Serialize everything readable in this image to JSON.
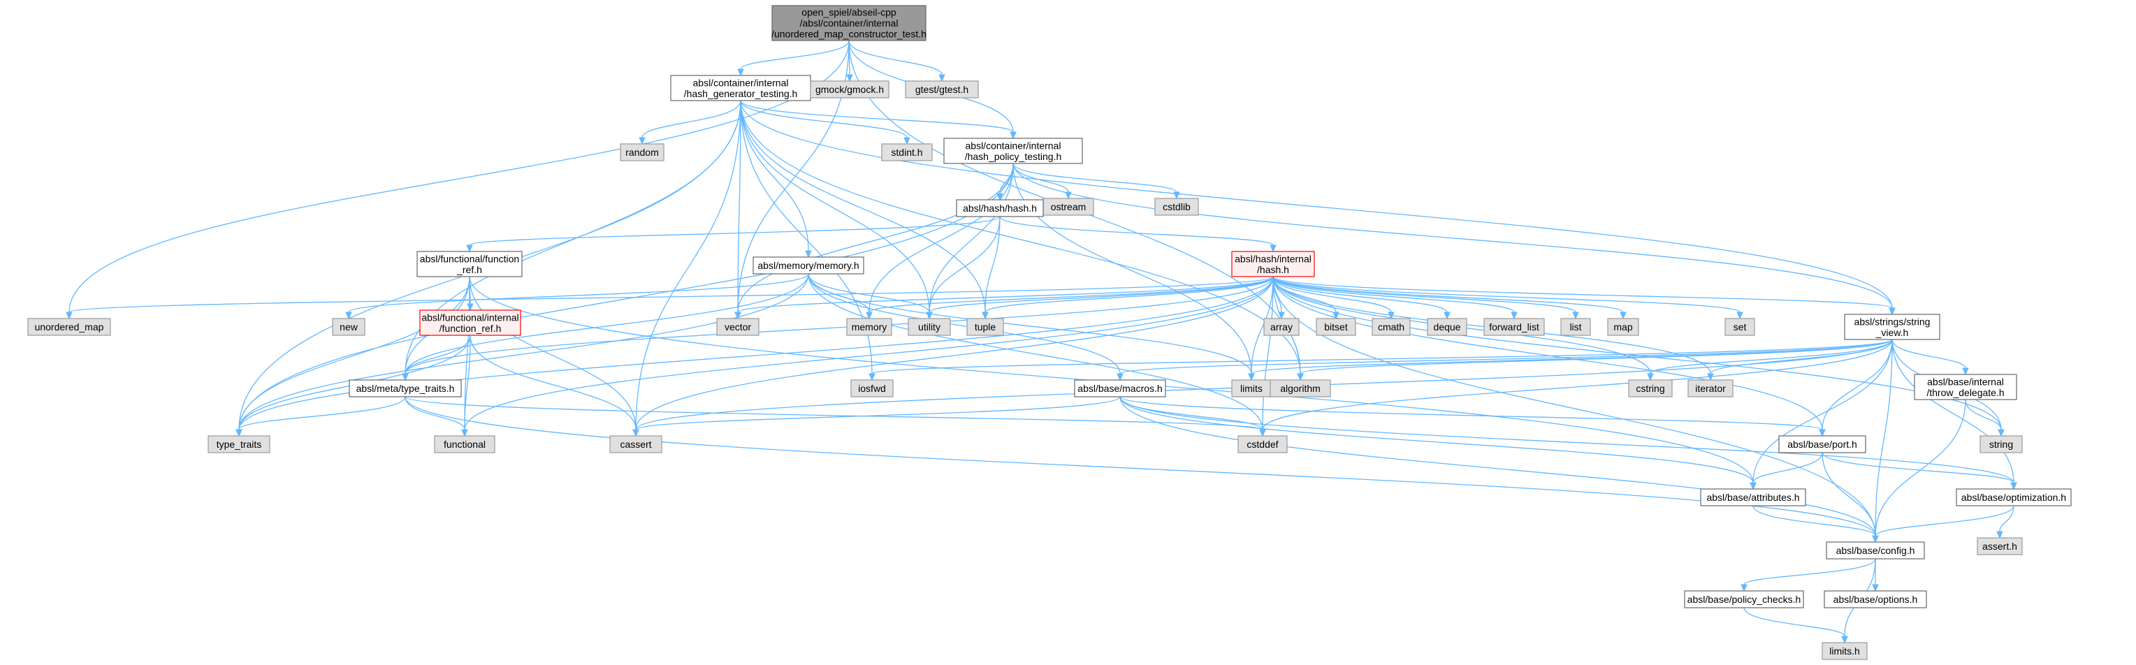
{
  "colors": {
    "root_fill": "#999999",
    "root_stroke": "#666666",
    "file_fill": "#ffffff",
    "file_stroke": "#666666",
    "system_fill": "#e0e0e0",
    "system_stroke": "#999999",
    "truncated_fill": "#fff0f0",
    "truncated_stroke": "#ff0000",
    "edge": "#63b8ff"
  },
  "nodes": [
    {
      "id": "root",
      "kind": "root",
      "lines": [
        "open_spiel/abseil-cpp",
        "/absl/container/internal",
        "/unordered_map_constructor_test.h"
      ]
    },
    {
      "id": "gen",
      "kind": "file",
      "lines": [
        "absl/container/internal",
        "/hash_generator_testing.h"
      ]
    },
    {
      "id": "gmock",
      "kind": "system",
      "lines": [
        "gmock/gmock.h"
      ]
    },
    {
      "id": "gtest",
      "kind": "system",
      "lines": [
        "gtest/gtest.h"
      ]
    },
    {
      "id": "policy",
      "kind": "file",
      "lines": [
        "absl/container/internal",
        "/hash_policy_testing.h"
      ]
    },
    {
      "id": "random",
      "kind": "system",
      "lines": [
        "random"
      ]
    },
    {
      "id": "stdint",
      "kind": "system",
      "lines": [
        "stdint.h"
      ]
    },
    {
      "id": "ostream",
      "kind": "system",
      "lines": [
        "ostream"
      ]
    },
    {
      "id": "cstdlib",
      "kind": "system",
      "lines": [
        "cstdlib"
      ]
    },
    {
      "id": "hash_h",
      "kind": "file",
      "lines": [
        "absl/hash/hash.h"
      ]
    },
    {
      "id": "fnref",
      "kind": "file",
      "lines": [
        "absl/functional/function",
        "_ref.h"
      ]
    },
    {
      "id": "memory_h",
      "kind": "file",
      "lines": [
        "absl/memory/memory.h"
      ]
    },
    {
      "id": "internal_hash",
      "kind": "truncated",
      "lines": [
        "absl/hash/internal",
        "/hash.h"
      ]
    },
    {
      "id": "fnref_int",
      "kind": "truncated",
      "lines": [
        "absl/functional/internal",
        "/function_ref.h"
      ]
    },
    {
      "id": "unordered_map",
      "kind": "system",
      "lines": [
        "unordered_map"
      ]
    },
    {
      "id": "new",
      "kind": "system",
      "lines": [
        "new"
      ]
    },
    {
      "id": "vector",
      "kind": "system",
      "lines": [
        "vector"
      ]
    },
    {
      "id": "memory",
      "kind": "system",
      "lines": [
        "memory"
      ]
    },
    {
      "id": "utility",
      "kind": "system",
      "lines": [
        "utility"
      ]
    },
    {
      "id": "tuple",
      "kind": "system",
      "lines": [
        "tuple"
      ]
    },
    {
      "id": "array",
      "kind": "system",
      "lines": [
        "array"
      ]
    },
    {
      "id": "bitset",
      "kind": "system",
      "lines": [
        "bitset"
      ]
    },
    {
      "id": "cmath",
      "kind": "system",
      "lines": [
        "cmath"
      ]
    },
    {
      "id": "deque",
      "kind": "system",
      "lines": [
        "deque"
      ]
    },
    {
      "id": "forward_list",
      "kind": "system",
      "lines": [
        "forward_list"
      ]
    },
    {
      "id": "list",
      "kind": "system",
      "lines": [
        "list"
      ]
    },
    {
      "id": "map",
      "kind": "system",
      "lines": [
        "map"
      ]
    },
    {
      "id": "set",
      "kind": "system",
      "lines": [
        "set"
      ]
    },
    {
      "id": "string_view",
      "kind": "file",
      "lines": [
        "absl/strings/string",
        "_view.h"
      ]
    },
    {
      "id": "type_traits_h",
      "kind": "file",
      "lines": [
        "absl/meta/type_traits.h"
      ]
    },
    {
      "id": "iosfwd",
      "kind": "system",
      "lines": [
        "iosfwd"
      ]
    },
    {
      "id": "macros",
      "kind": "file",
      "lines": [
        "absl/base/macros.h"
      ]
    },
    {
      "id": "limits",
      "kind": "system",
      "lines": [
        "limits"
      ]
    },
    {
      "id": "algorithm",
      "kind": "system",
      "lines": [
        "algorithm"
      ]
    },
    {
      "id": "cstring",
      "kind": "system",
      "lines": [
        "cstring"
      ]
    },
    {
      "id": "iterator",
      "kind": "system",
      "lines": [
        "iterator"
      ]
    },
    {
      "id": "throw_delegate",
      "kind": "file",
      "lines": [
        "absl/base/internal",
        "/throw_delegate.h"
      ]
    },
    {
      "id": "string",
      "kind": "system",
      "lines": [
        "string"
      ]
    },
    {
      "id": "type_traits",
      "kind": "system",
      "lines": [
        "type_traits"
      ]
    },
    {
      "id": "functional",
      "kind": "system",
      "lines": [
        "functional"
      ]
    },
    {
      "id": "cassert",
      "kind": "system",
      "lines": [
        "cassert"
      ]
    },
    {
      "id": "cstddef",
      "kind": "system",
      "lines": [
        "cstddef"
      ]
    },
    {
      "id": "port",
      "kind": "file",
      "lines": [
        "absl/base/port.h"
      ]
    },
    {
      "id": "attributes",
      "kind": "file",
      "lines": [
        "absl/base/attributes.h"
      ]
    },
    {
      "id": "optimization",
      "kind": "file",
      "lines": [
        "absl/base/optimization.h"
      ]
    },
    {
      "id": "assert_h",
      "kind": "system",
      "lines": [
        "assert.h"
      ]
    },
    {
      "id": "config",
      "kind": "file",
      "lines": [
        "absl/base/config.h"
      ]
    },
    {
      "id": "policy_checks",
      "kind": "file",
      "lines": [
        "absl/base/policy_checks.h"
      ]
    },
    {
      "id": "options",
      "kind": "file",
      "lines": [
        "absl/base/options.h"
      ]
    },
    {
      "id": "limits_h",
      "kind": "system",
      "lines": [
        "limits.h"
      ]
    }
  ],
  "edges": [
    [
      "root",
      "gen"
    ],
    [
      "root",
      "gmock"
    ],
    [
      "root",
      "gtest"
    ],
    [
      "root",
      "policy"
    ],
    [
      "root",
      "unordered_map"
    ],
    [
      "root",
      "vector"
    ],
    [
      "root",
      "algorithm"
    ],
    [
      "gen",
      "random"
    ],
    [
      "gen",
      "stdint"
    ],
    [
      "gen",
      "policy"
    ],
    [
      "gen",
      "memory_h"
    ],
    [
      "gen",
      "type_traits_h"
    ],
    [
      "gen",
      "string_view"
    ],
    [
      "gen",
      "type_traits"
    ],
    [
      "gen",
      "vector"
    ],
    [
      "gen",
      "utility"
    ],
    [
      "gen",
      "tuple"
    ],
    [
      "gen",
      "iosfwd"
    ],
    [
      "gen",
      "cassert"
    ],
    [
      "gen",
      "algorithm"
    ],
    [
      "policy",
      "ostream"
    ],
    [
      "policy",
      "cstdlib"
    ],
    [
      "policy",
      "hash_h"
    ],
    [
      "policy",
      "memory"
    ],
    [
      "policy",
      "utility"
    ],
    [
      "policy",
      "vector"
    ],
    [
      "policy",
      "type_traits"
    ],
    [
      "policy",
      "limits"
    ],
    [
      "policy",
      "string_view"
    ],
    [
      "hash_h",
      "fnref"
    ],
    [
      "hash_h",
      "internal_hash"
    ],
    [
      "hash_h",
      "utility"
    ],
    [
      "hash_h",
      "tuple"
    ],
    [
      "fnref",
      "fnref_int"
    ],
    [
      "fnref",
      "type_traits_h"
    ],
    [
      "fnref",
      "functional"
    ],
    [
      "fnref",
      "cassert"
    ],
    [
      "fnref",
      "type_traits"
    ],
    [
      "fnref",
      "attributes"
    ],
    [
      "memory_h",
      "macros"
    ],
    [
      "memory_h",
      "type_traits_h"
    ],
    [
      "memory_h",
      "new"
    ],
    [
      "memory_h",
      "memory"
    ],
    [
      "memory_h",
      "utility"
    ],
    [
      "memory_h",
      "type_traits"
    ],
    [
      "memory_h",
      "limits"
    ],
    [
      "memory_h",
      "cstddef"
    ],
    [
      "fnref_int",
      "type_traits_h"
    ],
    [
      "fnref_int",
      "functional"
    ],
    [
      "fnref_int",
      "cassert"
    ],
    [
      "fnref_int",
      "type_traits"
    ],
    [
      "internal_hash",
      "unordered_map"
    ],
    [
      "internal_hash",
      "vector"
    ],
    [
      "internal_hash",
      "memory"
    ],
    [
      "internal_hash",
      "utility"
    ],
    [
      "internal_hash",
      "tuple"
    ],
    [
      "internal_hash",
      "array"
    ],
    [
      "internal_hash",
      "bitset"
    ],
    [
      "internal_hash",
      "cmath"
    ],
    [
      "internal_hash",
      "deque"
    ],
    [
      "internal_hash",
      "forward_list"
    ],
    [
      "internal_hash",
      "list"
    ],
    [
      "internal_hash",
      "map"
    ],
    [
      "internal_hash",
      "set"
    ],
    [
      "internal_hash",
      "string_view"
    ],
    [
      "internal_hash",
      "type_traits_h"
    ],
    [
      "internal_hash",
      "limits"
    ],
    [
      "internal_hash",
      "algorithm"
    ],
    [
      "internal_hash",
      "cstring"
    ],
    [
      "internal_hash",
      "iterator"
    ],
    [
      "internal_hash",
      "string"
    ],
    [
      "internal_hash",
      "type_traits"
    ],
    [
      "internal_hash",
      "functional"
    ],
    [
      "internal_hash",
      "cassert"
    ],
    [
      "internal_hash",
      "cstddef"
    ],
    [
      "internal_hash",
      "port"
    ],
    [
      "internal_hash",
      "config"
    ],
    [
      "string_view",
      "macros"
    ],
    [
      "string_view",
      "iosfwd"
    ],
    [
      "string_view",
      "limits"
    ],
    [
      "string_view",
      "algorithm"
    ],
    [
      "string_view",
      "cstring"
    ],
    [
      "string_view",
      "iterator"
    ],
    [
      "string_view",
      "throw_delegate"
    ],
    [
      "string_view",
      "string"
    ],
    [
      "string_view",
      "cassert"
    ],
    [
      "string_view",
      "cstddef"
    ],
    [
      "string_view",
      "port"
    ],
    [
      "string_view",
      "attributes"
    ],
    [
      "string_view",
      "optimization"
    ],
    [
      "string_view",
      "config"
    ],
    [
      "throw_delegate",
      "string"
    ],
    [
      "throw_delegate",
      "config"
    ],
    [
      "type_traits_h",
      "type_traits"
    ],
    [
      "type_traits_h",
      "functional"
    ],
    [
      "type_traits_h",
      "cstddef"
    ],
    [
      "type_traits_h",
      "config"
    ],
    [
      "macros",
      "cassert"
    ],
    [
      "macros",
      "cstddef"
    ],
    [
      "macros",
      "port"
    ],
    [
      "macros",
      "attributes"
    ],
    [
      "macros",
      "optimization"
    ],
    [
      "macros",
      "config"
    ],
    [
      "port",
      "attributes"
    ],
    [
      "port",
      "optimization"
    ],
    [
      "port",
      "config"
    ],
    [
      "attributes",
      "config"
    ],
    [
      "optimization",
      "assert_h"
    ],
    [
      "optimization",
      "config"
    ],
    [
      "config",
      "policy_checks"
    ],
    [
      "config",
      "options"
    ],
    [
      "config",
      "limits_h"
    ],
    [
      "policy_checks",
      "limits_h"
    ]
  ]
}
